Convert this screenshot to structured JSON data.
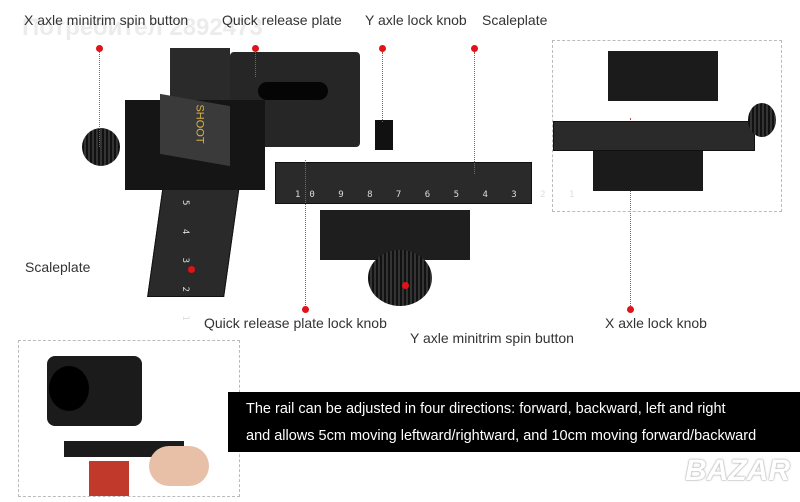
{
  "watermark": "Потребител 2892473",
  "labels": {
    "x_minitrim": "X axle minitrim spin button",
    "qr_plate": "Quick release plate",
    "y_lock": "Y axle lock knob",
    "scaleplate_top": "Scaleplate",
    "scaleplate_left": "Scaleplate",
    "qr_lock": "Quick release plate lock knob",
    "y_minitrim": "Y axle minitrim spin button",
    "x_lock": "X axle lock knob"
  },
  "device": {
    "brand": "SHOOT",
    "scale_h": "10 9 8 7 6 5 4 3 2 1",
    "scale_v": "5 4 3 2 1"
  },
  "banner": {
    "line1": "The rail can be adjusted in four directions: forward, backward, left and right",
    "line2": "and allows 5cm moving leftward/rightward, and 10cm moving forward/backward"
  },
  "logo": "BAZAR",
  "accent": "#e0121a"
}
